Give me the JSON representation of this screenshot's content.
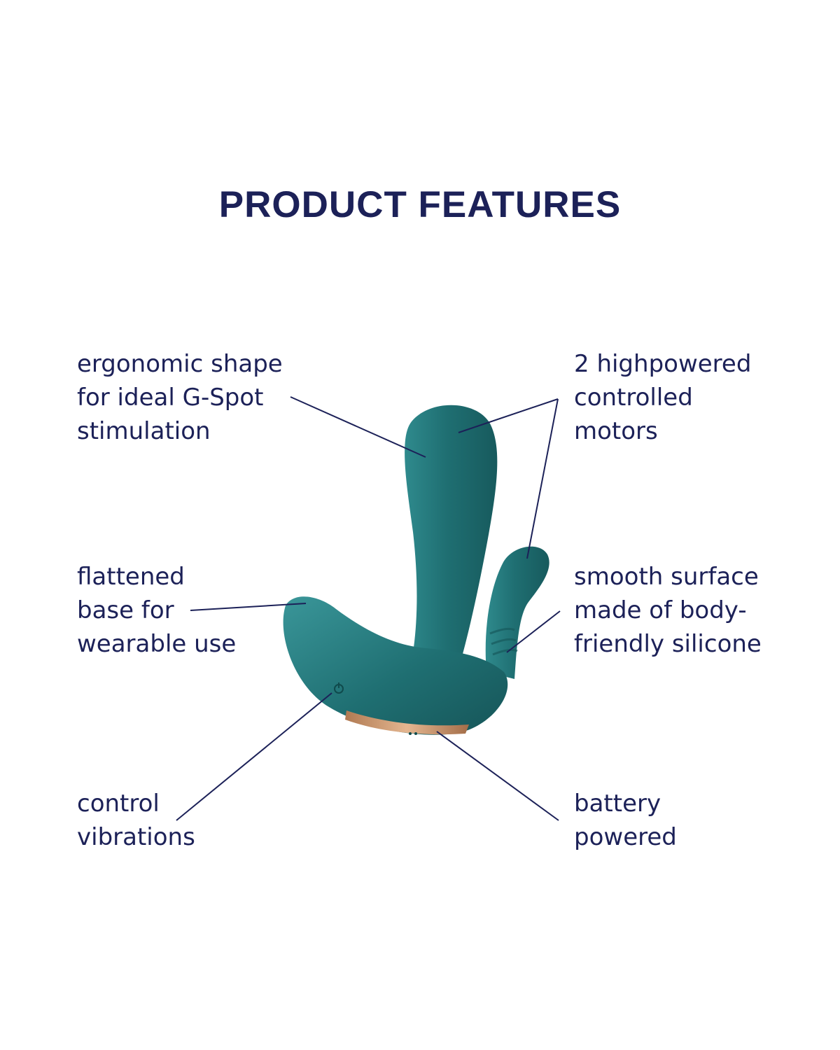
{
  "title": "PRODUCT FEATURES",
  "colors": {
    "text": "#1c2158",
    "product": "#1f6f72",
    "product_highlight": "#3a9699",
    "accent_band": "#c9956e",
    "leader_line": "#1c2158"
  },
  "features": {
    "shape": [
      "ergonomic shape",
      "for ideal G-Spot",
      "stimulation"
    ],
    "motors": [
      "2 highpowered",
      "controlled",
      "motors"
    ],
    "base": [
      "flattened",
      "base for",
      "wearable use"
    ],
    "surface": [
      "smooth surface",
      "made of body-",
      "friendly silicone"
    ],
    "control": [
      "control",
      "vibrations"
    ],
    "battery": [
      "battery",
      "powered"
    ]
  },
  "icons": [
    "power-icon",
    "charging-port-icon"
  ]
}
